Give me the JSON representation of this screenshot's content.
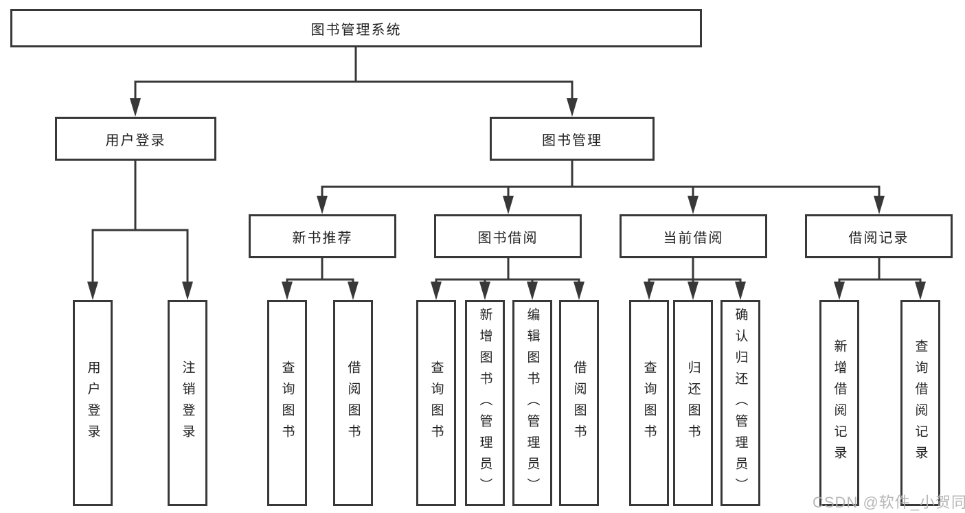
{
  "diagram": {
    "type": "hierarchy-tree",
    "colors": {
      "line": "#383838",
      "box_border": "#383838",
      "text": "#222222",
      "background": "#ffffff",
      "watermark": "#b0b0b0"
    },
    "tree": {
      "label": "图书管理系统",
      "children": [
        {
          "label": "用户登录",
          "children": [
            {
              "label": "用户登录"
            },
            {
              "label": "注销登录"
            }
          ]
        },
        {
          "label": "图书管理",
          "children": [
            {
              "label": "新书推荐",
              "children": [
                {
                  "label": "查询图书"
                },
                {
                  "label": "借阅图书"
                }
              ]
            },
            {
              "label": "图书借阅",
              "children": [
                {
                  "label": "查询图书"
                },
                {
                  "label": "新增图书（管理员）"
                },
                {
                  "label": "编辑图书（管理员）"
                },
                {
                  "label": "借阅图书"
                }
              ]
            },
            {
              "label": "当前借阅",
              "children": [
                {
                  "label": "查询图书"
                },
                {
                  "label": "归还图书"
                },
                {
                  "label": "确认归还（管理员）"
                }
              ]
            },
            {
              "label": "借阅记录",
              "children": [
                {
                  "label": "新增借阅记录"
                },
                {
                  "label": "查询借阅记录"
                }
              ]
            }
          ]
        }
      ]
    },
    "watermark": {
      "text": "CSDN @软件_小贺同学"
    }
  }
}
